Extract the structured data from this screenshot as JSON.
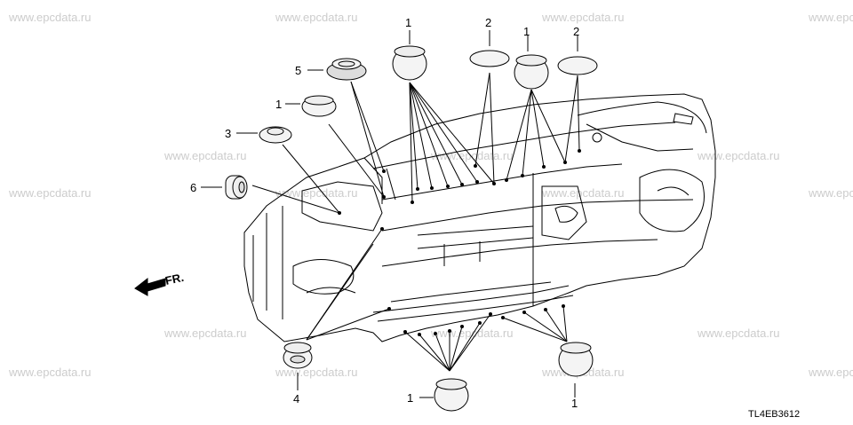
{
  "watermark": "www.epcdata.ru",
  "diagram_code": "TL4EB3612",
  "direction_label": "FR.",
  "callouts": {
    "c1_top_left": "1",
    "c1_top_mid": "1",
    "c1_top_right": "1",
    "c1_bottom_mid": "1",
    "c1_bottom_right": "1",
    "c2_left": "2",
    "c2_right": "2",
    "c3": "3",
    "c4": "4",
    "c5": "5",
    "c6": "6"
  }
}
